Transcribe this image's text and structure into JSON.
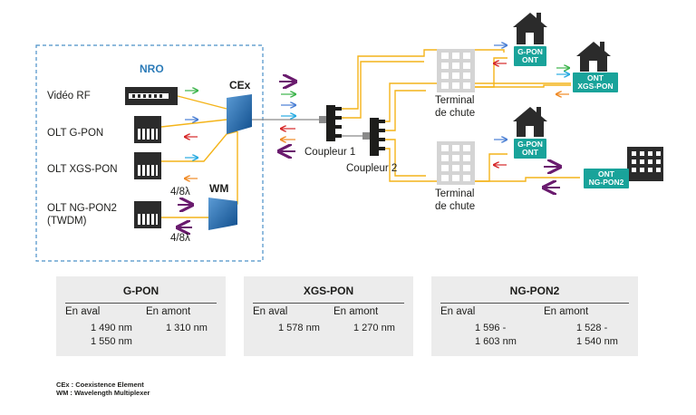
{
  "colors": {
    "nro_border": "#4a90c8",
    "fiber": "#f4b41a",
    "gpon_down": "#4a7fd4",
    "gpon_down2": "#3cb44b",
    "gpon_up": "#d62728",
    "xgs_down": "#29abe2",
    "xgs_up": "#f08a24",
    "ngpon": "#6a1b6e",
    "ont": "#19a39a",
    "legend_bg": "#ececec"
  },
  "nro": {
    "title": "NRO",
    "sources": [
      {
        "label": "Vidéo RF"
      },
      {
        "label": "OLT G-PON"
      },
      {
        "label": "OLT XGS-PON"
      },
      {
        "label": "OLT NG-PON2"
      },
      {
        "label": "(TWDM)"
      }
    ],
    "cex_label": "CEx",
    "wm_label": "WM",
    "lambda_top": "4/8λ",
    "lambda_bottom": "4/8λ"
  },
  "network": {
    "coupler1": "Coupleur 1",
    "coupler2": "Coupleur 2",
    "terminal_top": [
      "Terminal",
      "de chute"
    ],
    "terminal_bottom": [
      "Terminal",
      "de chute"
    ],
    "onts": [
      [
        "G-PON",
        "ONT"
      ],
      [
        "ONT",
        "XGS-PON"
      ],
      [
        "G-PON",
        "ONT"
      ],
      [
        "ONT",
        "NG-PON2"
      ]
    ]
  },
  "legend": [
    {
      "title": "G-PON",
      "down_label": "En aval",
      "up_label": "En amont",
      "down_values": [
        "1 490 nm",
        "1 550 nm"
      ],
      "up_values": [
        "1 310 nm"
      ]
    },
    {
      "title": "XGS-PON",
      "down_label": "En aval",
      "up_label": "En amont",
      "down_values": [
        "1 578 nm"
      ],
      "up_values": [
        "1 270 nm"
      ]
    },
    {
      "title": "NG-PON2",
      "down_label": "En aval",
      "up_label": "En amont",
      "down_values": [
        "1 596 -",
        "1 603 nm"
      ],
      "up_values": [
        "1 528 -",
        "1 540 nm"
      ]
    }
  ],
  "footnotes": [
    "CEx : Coexistence Element",
    "WM : Wavelength Multiplexer"
  ]
}
